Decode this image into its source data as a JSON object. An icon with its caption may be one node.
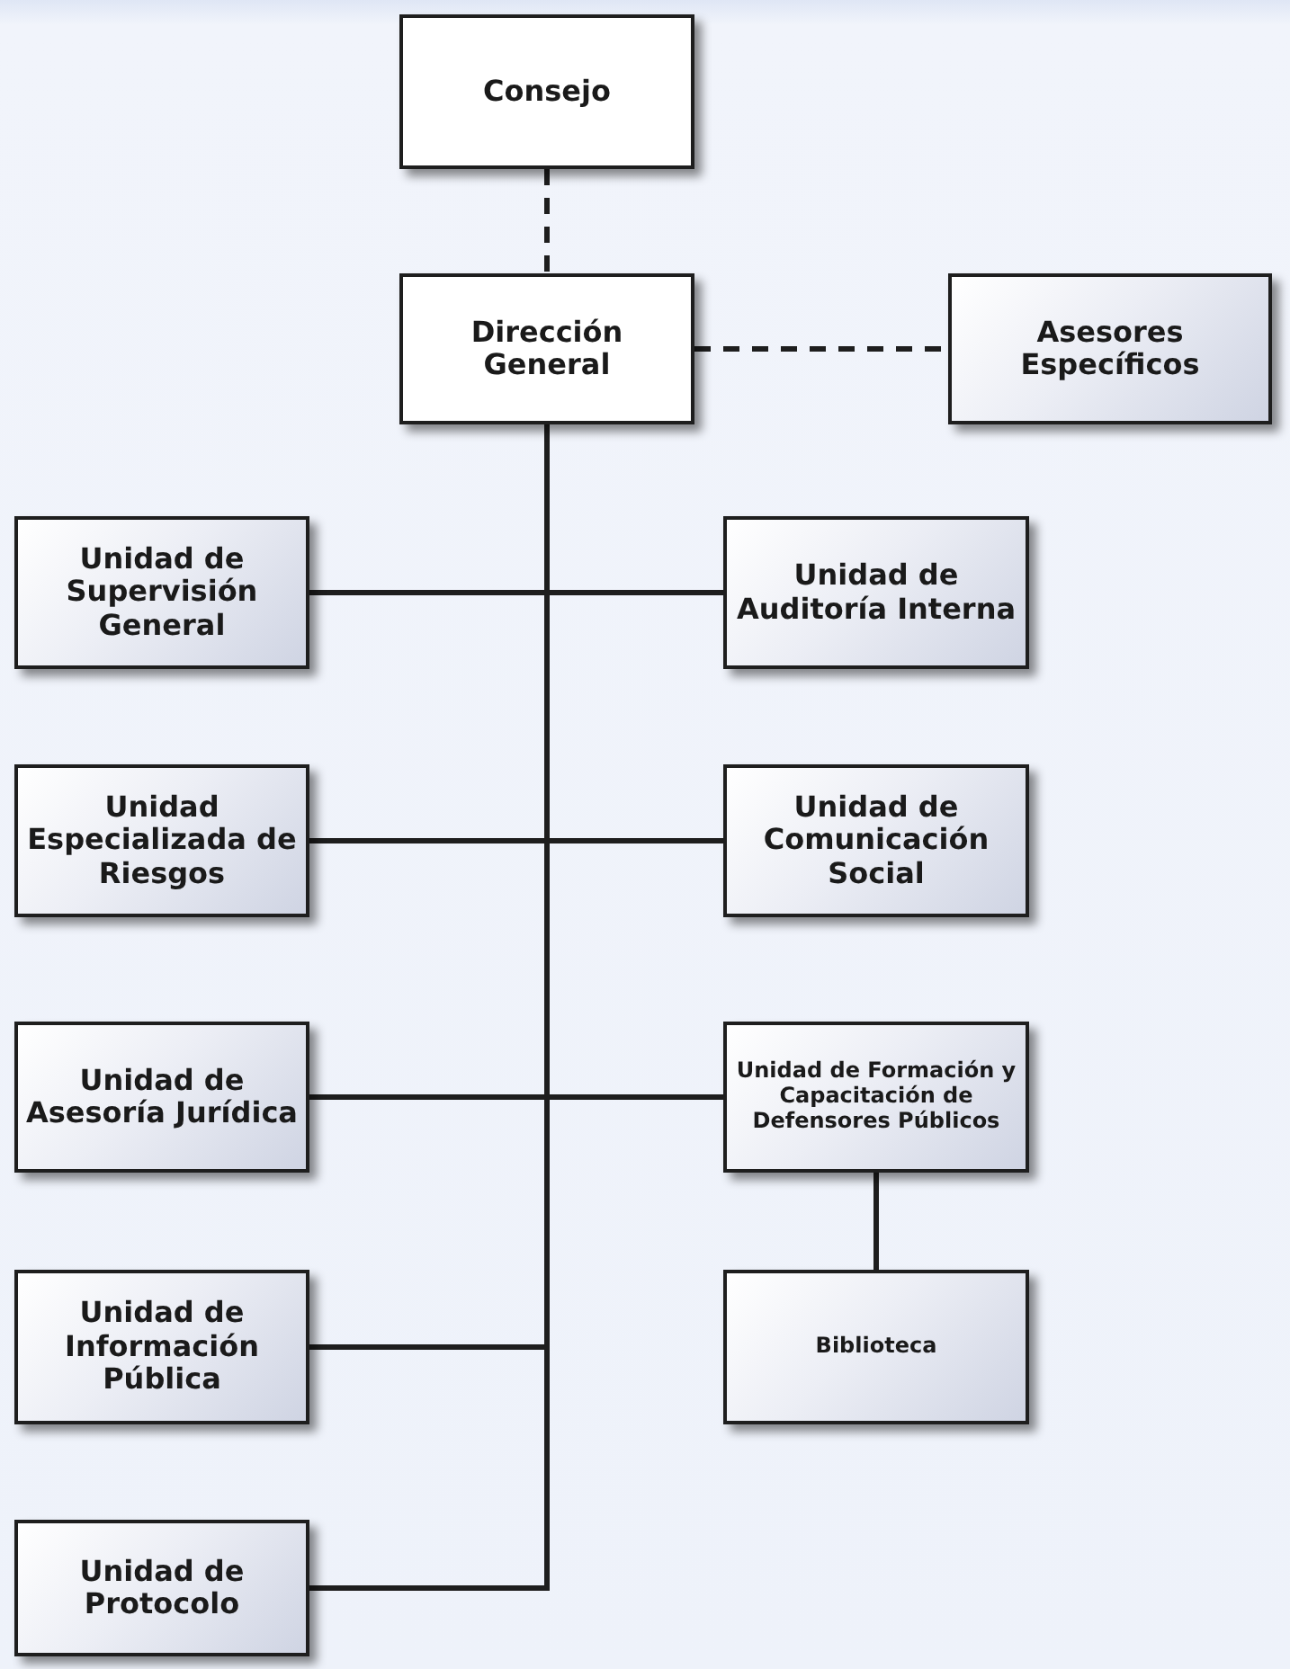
{
  "diagram": {
    "nodes": [
      {
        "text": [
          "Consejo"
        ]
      },
      {
        "text": [
          "Dirección General"
        ]
      },
      {
        "text": [
          "Asesores Específicos"
        ]
      },
      {
        "text": [
          "Unidad de Supervisión General"
        ]
      },
      {
        "text": [
          "Unidad de Auditoría Interna"
        ]
      },
      {
        "text": [
          "Unidad Especializada de Riesgos"
        ]
      },
      {
        "text": [
          "Unidad de Comunicación Social"
        ]
      },
      {
        "text": [
          "Unidad de Asesoría Jurídica"
        ]
      },
      {
        "text": [
          "Unidad de Formación y Capacitación de Defensores Públicos"
        ]
      },
      {
        "text": [
          "Unidad de Información Pública"
        ]
      },
      {
        "text": [
          "Biblioteca"
        ]
      },
      {
        "text": [
          "Unidad de Protocolo"
        ]
      }
    ],
    "edges": [
      {
        "from": 0,
        "to": 1,
        "arrow": "none",
        "style": "dashed"
      },
      {
        "from": 1,
        "to": 2,
        "arrow": "none",
        "style": "dashed"
      },
      {
        "from": 1,
        "to": 3,
        "arrow": "none"
      },
      {
        "from": 1,
        "to": 4,
        "arrow": "none"
      },
      {
        "from": 1,
        "to": 5,
        "arrow": "none"
      },
      {
        "from": 1,
        "to": 6,
        "arrow": "none"
      },
      {
        "from": 1,
        "to": 7,
        "arrow": "none"
      },
      {
        "from": 1,
        "to": 8,
        "arrow": "none"
      },
      {
        "from": 1,
        "to": 9,
        "arrow": "none"
      },
      {
        "from": 8,
        "to": 10,
        "arrow": "none"
      },
      {
        "from": 1,
        "to": 11,
        "arrow": "none"
      }
    ]
  }
}
